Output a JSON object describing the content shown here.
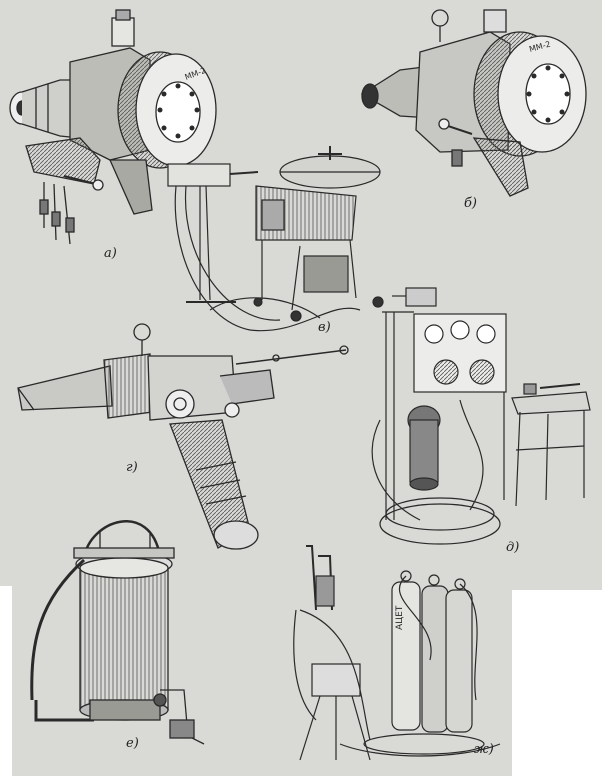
{
  "figure": {
    "labels": {
      "a": "а)",
      "b": "б)",
      "v": "в)",
      "g": "г)",
      "d": "д)",
      "e": "е)",
      "zh": "ж)"
    },
    "device_a_marking": "MM-2",
    "device_b_marking": "MM-2",
    "cylinder_marking": "АЦЕТ",
    "colors": {
      "paper": "#d9d9d6",
      "ink": "#2a2a2a",
      "mid": "#8c8c88",
      "light": "#c4c4c0"
    }
  }
}
